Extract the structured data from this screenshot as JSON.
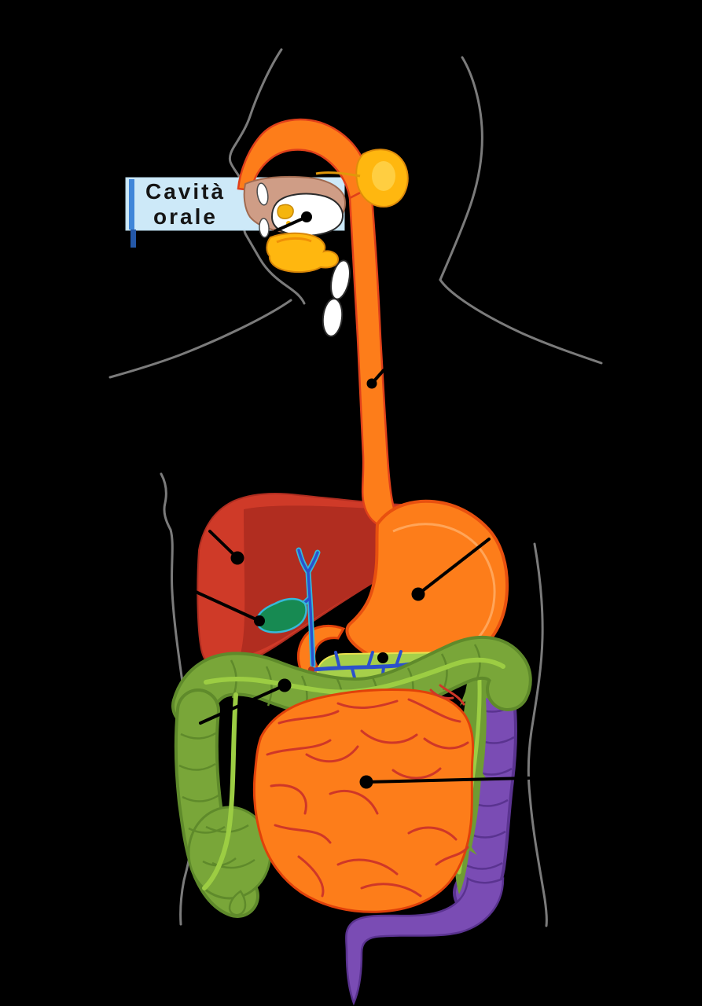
{
  "diagram": {
    "type": "anatomical-illustration",
    "subject": "human digestive system",
    "label": {
      "line1": "Cavità",
      "line2": "orale"
    },
    "palette": {
      "background": "#000000",
      "outline_gray": "#7b7b7b",
      "tract_orange": "#fd7d1a",
      "tract_outline": "#e0410a",
      "liver_red": "#cf3a28",
      "liver_shade": "#b12d20",
      "stomach_outline": "#e8500f",
      "stomach_inner": "#ffa559",
      "colon_green": "#79a639",
      "colon_outline": "#5f8a2b",
      "taenia_green": "#9ccd43",
      "leaf_green": "#6f9c33",
      "pancreas_green": "#a6cf4a",
      "pancreas_edge": "#e9e24e",
      "scallop_orange": "#f0991f",
      "vessel_blue": "#2b50cc",
      "duct_cyan": "#36b9d9",
      "gallbladder_green": "#178a52",
      "distal_purple": "#7a4cb4",
      "distal_outline": "#5a3390",
      "gland_yellow": "#ffb70f",
      "gland_outline": "#d98608",
      "tongue_pink": "#cf9d86",
      "label_bg": "#cde9f8",
      "label_bar": "#3f86d9",
      "label_bar_dark": "#2458a8",
      "pointer": "#000000"
    }
  }
}
